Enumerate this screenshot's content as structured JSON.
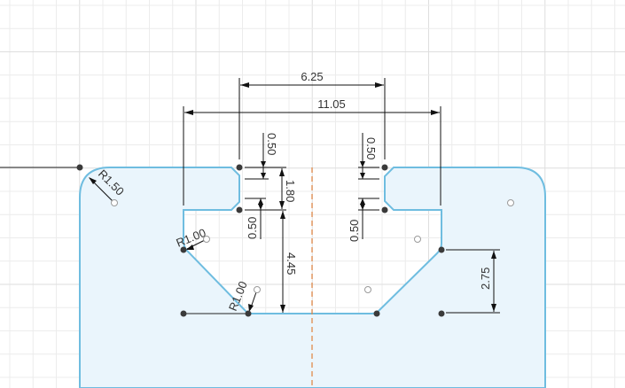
{
  "app": {
    "view": "sketch-canvas"
  },
  "colors": {
    "background": "#ffffff",
    "grid_minor": "#ececec",
    "grid_major": "#dedede",
    "profile_stroke": "#6fbde0",
    "profile_fill": "#eaf5fc",
    "dimension": "#111111",
    "construction_line": "#e08a4a",
    "point": "#3a3a3a",
    "center_marker": "#9a9a9a",
    "text": "#333333"
  },
  "dimensions": {
    "top_width": "6.25",
    "overall_width": "11.05",
    "left_upper_notch": "0.50",
    "left_lower_notch": "0.50",
    "right_upper_notch": "0.50",
    "right_lower_notch": "0.50",
    "notch_height": "1.80",
    "pocket_depth": "4.45",
    "right_vertical": "2.75",
    "corner_radius": "R1.50",
    "fillet_upper": "R1.00",
    "fillet_lower": "R1.00"
  }
}
